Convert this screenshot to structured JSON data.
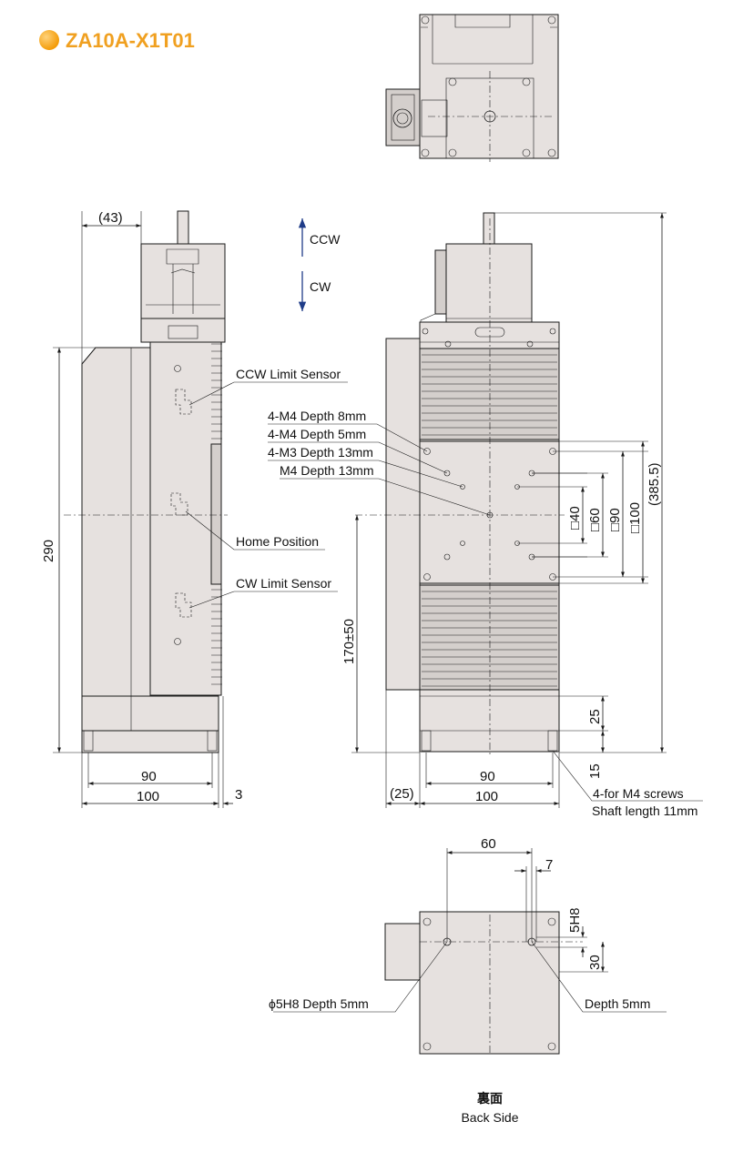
{
  "title": "ZA10A-X1T01",
  "colors": {
    "title": "#f0a020",
    "bullet": "#f39800",
    "arrow": "#1f3c88",
    "part_fill": "#e6e1df"
  },
  "rotation": {
    "ccw": "CCW",
    "cw": "CW"
  },
  "side_view": {
    "dim_43": "(43)",
    "dim_290": "290",
    "dim_90": "90",
    "dim_100": "100",
    "dim_3": "3",
    "ccw_limit_sensor": "CCW Limit Sensor",
    "home_position": "Home Position",
    "cw_limit_sensor": "CW Limit Sensor"
  },
  "front_view": {
    "callout_1": "4-M4 Depth 8mm",
    "callout_2": "4-M4 Depth 5mm",
    "callout_3": "4-M3 Depth 13mm",
    "callout_4": "M4 Depth 13mm",
    "dim_40": "□40",
    "dim_60": "□60",
    "dim_90_sq": "□90",
    "dim_100_sq": "□100",
    "dim_385_5": "(385.5)",
    "dim_170": "170±50",
    "dim_25_v": "25",
    "dim_15": "15",
    "dim_25_h": "(25)",
    "dim_90": "90",
    "dim_100": "100",
    "screws_line1": "4-for M4 screws",
    "screws_line2": "Shaft length 11mm"
  },
  "back_view": {
    "dim_60": "60",
    "dim_7": "7",
    "dim_5h8": "5H8",
    "dim_30": "30",
    "hole_label": "ϕ5H8 Depth 5mm",
    "depth_label": "Depth 5mm",
    "caption_jp": "裏面",
    "caption_en": "Back Side"
  }
}
